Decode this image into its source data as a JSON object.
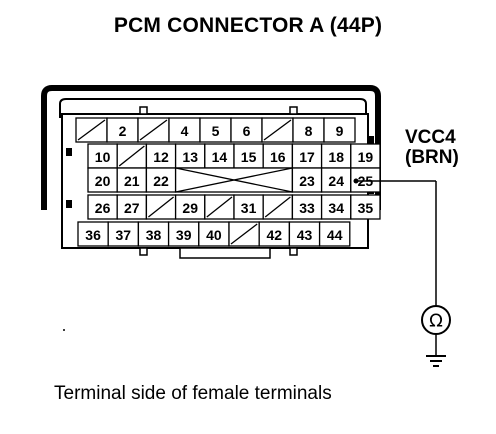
{
  "title": "PCM CONNECTOR A (44P)",
  "signal": {
    "name": "VCC4",
    "wire_color": "(BRN)",
    "target_pin": "25"
  },
  "caption": "Terminal side of female terminals",
  "connector": {
    "pins_count": 44,
    "rows": [
      [
        "X",
        "2",
        "X",
        "4",
        "5",
        "6",
        "X",
        "8",
        "9"
      ],
      [
        "10",
        "X",
        "12",
        "13",
        "14",
        "15",
        "16",
        "17",
        "18",
        "19"
      ],
      [
        "20",
        "21",
        "22",
        "=",
        "23",
        "24",
        "25"
      ],
      [
        "26",
        "27",
        "X",
        "29",
        "X",
        "31",
        "X",
        "33",
        "34",
        "35"
      ],
      [
        "36",
        "37",
        "38",
        "39",
        "40",
        "X",
        "42",
        "43",
        "44"
      ]
    ]
  },
  "instrument": {
    "symbol": "Ω",
    "name": "ohmmeter-icon"
  },
  "ground": {
    "name": "ground-icon"
  }
}
